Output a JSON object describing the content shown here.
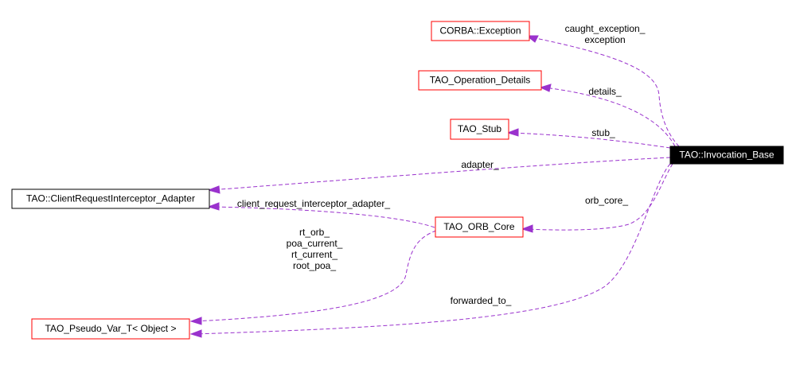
{
  "nodes": {
    "corba_exception": {
      "label": "CORBA::Exception"
    },
    "operation_details": {
      "label": "TAO_Operation_Details"
    },
    "stub": {
      "label": "TAO_Stub"
    },
    "invocation_base": {
      "label": "TAO::Invocation_Base"
    },
    "client_request_adapter": {
      "label": "TAO::ClientRequestInterceptor_Adapter"
    },
    "orb_core": {
      "label": "TAO_ORB_Core"
    },
    "pseudo_var": {
      "label": "TAO_Pseudo_Var_T< Object >"
    }
  },
  "edges": {
    "caught_exception": {
      "lines": [
        "caught_exception_",
        "exception"
      ]
    },
    "details": {
      "lines": [
        "details_"
      ]
    },
    "stub": {
      "lines": [
        "stub_"
      ]
    },
    "adapter": {
      "lines": [
        "adapter_"
      ]
    },
    "client_request_interceptor_adapter": {
      "lines": [
        "client_request_interceptor_adapter_"
      ]
    },
    "orb_core": {
      "lines": [
        "orb_core_"
      ]
    },
    "orb_core_to_pseudo": {
      "lines": [
        "rt_orb_",
        "poa_current_",
        "rt_current_",
        "root_poa_"
      ]
    },
    "forwarded_to": {
      "lines": [
        "forwarded_to_"
      ]
    }
  },
  "colors": {
    "edge": "#9a32cd",
    "node_border_red": "#ff0000",
    "node_border_black": "#000000",
    "focus_fill": "#000000"
  }
}
